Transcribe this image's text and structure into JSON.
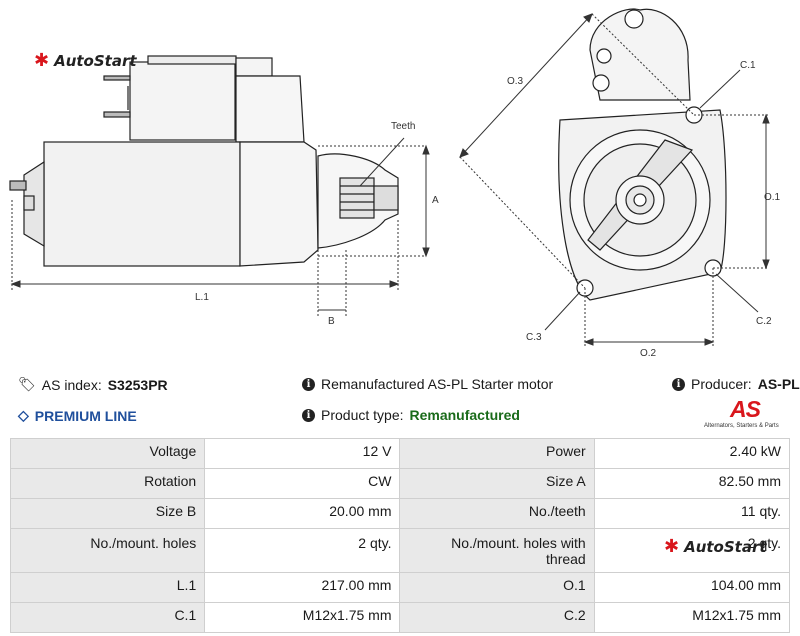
{
  "brand": {
    "name": "AutoStart"
  },
  "drawing": {
    "labels": {
      "teeth": "Teeth",
      "a": "A",
      "b": "B",
      "l1": "L.1",
      "o3": "O.3",
      "c1": "C.1",
      "o1": "O.1",
      "c2": "C.2",
      "c3": "C.3",
      "o2": "O.2"
    }
  },
  "info": {
    "as_index_label": "AS index:",
    "as_index_value": "S3253PR",
    "premium": "PREMIUM LINE",
    "description": "Remanufactured AS-PL Starter motor",
    "product_type_label": "Product type:",
    "product_type_value": "Remanufactured",
    "producer_label": "Producer:",
    "producer_value": "AS-PL"
  },
  "as_logo": {
    "mark": "AS",
    "subtitle": "Alternators, Starters & Parts"
  },
  "icons": {
    "tag": "tag-icon",
    "info": "info-circle-icon",
    "diamond": "diamond-icon"
  },
  "colors": {
    "brand_red": "#d9161c",
    "premium_blue": "#1f4f9c",
    "type_green": "#1a6b1a",
    "label_bg": "#e9e9e9"
  },
  "specs": [
    {
      "l1": "Voltage",
      "v1": "12 V",
      "l2": "Power",
      "v2": "2.40 kW"
    },
    {
      "l1": "Rotation",
      "v1": "CW",
      "l2": "Size A",
      "v2": "82.50 mm"
    },
    {
      "l1": "Size B",
      "v1": "20.00 mm",
      "l2": "No./teeth",
      "v2": "11 qty."
    },
    {
      "l1": "No./mount. holes",
      "v1": "2 qty.",
      "l2": "No./mount. holes with thread",
      "v2": "2 qty."
    },
    {
      "l1": "L.1",
      "v1": "217.00 mm",
      "l2": "O.1",
      "v2": "104.00 mm"
    },
    {
      "l1": "C.1",
      "v1": "M12x1.75 mm",
      "l2": "C.2",
      "v2": "M12x1.75 mm"
    }
  ]
}
